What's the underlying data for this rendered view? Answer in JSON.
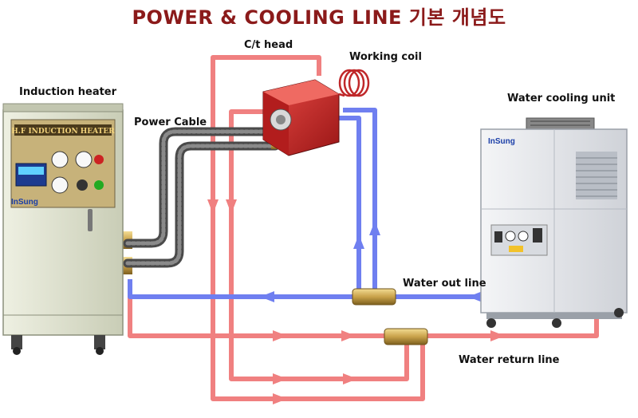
{
  "title": "POWER & COOLING LINE 기본 개념도",
  "labels": {
    "ct_head": "C/t head",
    "working_coil": "Working coil",
    "induction_heater": "Induction heater",
    "power_cable": "Power Cable",
    "water_cooling_unit": "Water cooling unit",
    "water_out_line": "Water out line",
    "water_return_line": "Water return line"
  },
  "heater_nameplate": "H.F INDUCTION HEATER",
  "heater_brand": "InSung",
  "chiller_brand": "InSung",
  "colors": {
    "title": "#8b1a1a",
    "hot_line": "#f08080",
    "cold_line": "#6f7ff0",
    "ct_head_body": "#c8262a",
    "brass": "#c9a24a",
    "cabinet": "#d9dcc9",
    "chiller": "#e4e6ea"
  }
}
